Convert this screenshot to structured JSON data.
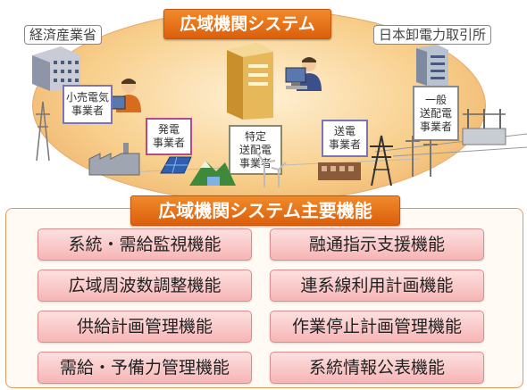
{
  "header": {
    "title": "広域機関システム"
  },
  "orgs": {
    "meti": "経済産業省",
    "jepx": "日本卸電力取引所"
  },
  "roles": {
    "retail": "小売電気 事業者",
    "generator": "発電 事業者",
    "specific": "特定 送配電 事業者",
    "transmission": "送電 事業者",
    "general": "一般 送配電 事業者"
  },
  "main": {
    "title": "広域機関システム主要機能",
    "functions": [
      "系統・需給監視機能",
      "融通指示支援機能",
      "広域周波数調整機能",
      "連系線利用計画機能",
      "供給計画管理機能",
      "作業停止計画管理機能",
      "需給・予備力管理機能",
      "系統情報公表機能"
    ]
  },
  "colors": {
    "accent": "#e06a14",
    "function_fill": "#f8c4c4",
    "ellipse": "#f8cf8c"
  },
  "icons": [
    "building-icon",
    "person-icon",
    "computer-icon",
    "server-icon",
    "factory-icon",
    "solar-panel-icon",
    "mountain-icon",
    "wind-turbine-icon",
    "transmission-tower-icon",
    "substation-icon"
  ]
}
